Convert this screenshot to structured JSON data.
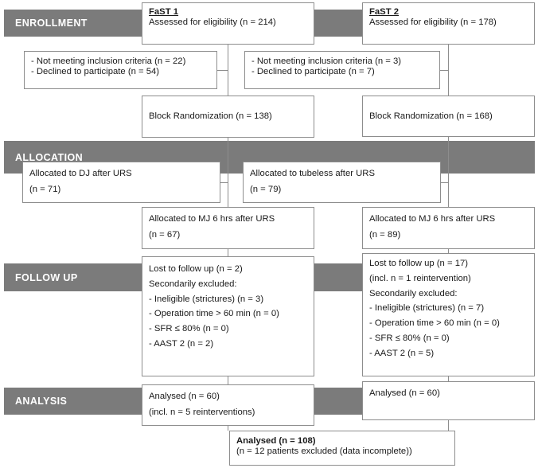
{
  "diagram": {
    "title": "CONSORT flow diagram FaST 1 and FaST 2",
    "colors": {
      "band_background": "#7b7b7b",
      "band_text": "#ffffff",
      "box_border": "#8d8d8d",
      "box_background": "#ffffff",
      "text": "#1a1a1a"
    }
  },
  "bands": [
    {
      "label": "ENROLLMENT"
    },
    {
      "label": "ALLOCATION"
    },
    {
      "label": "FOLLOW UP"
    },
    {
      "label": "ANALYSIS"
    }
  ],
  "enrollment": {
    "left": {
      "heading": "FaST 1",
      "line": "Assessed for eligibility (n = 214)"
    },
    "right": {
      "heading": "FaST 2",
      "line": "Assessed for eligibility (n =  178)"
    },
    "exclusions_left": [
      "- Not meeting inclusion criteria (n = 22)",
      "- Declined to participate (n = 54)"
    ],
    "exclusions_right": [
      "- Not meeting inclusion criteria (n = 3)",
      "- Declined to participate (n = 7)"
    ],
    "randomization_left": "Block Randomization (n = 138)",
    "randomization_right": "Block Randomization (n = 168)"
  },
  "allocation": {
    "left": {
      "line1": "Allocated to DJ after URS",
      "line2": "(n = 71)"
    },
    "right": {
      "line1": "Allocated to tubeless after URS",
      "line2": "(n = 79)"
    },
    "left_mj": {
      "line1": "Allocated to MJ 6 hrs after URS",
      "line2": "(n = 67)"
    },
    "right_mj": {
      "line1": "Allocated to MJ 6 hrs after URS",
      "line2": "(n = 89)"
    }
  },
  "follow_up": {
    "left": [
      "Lost to follow up (n = 2)",
      "Secondarily excluded:",
      "-  Ineligible (strictures) (n = 3)",
      "- Operation time > 60 min (n =  0)",
      "- SFR ≤ 80% (n = 0)",
      "- AAST 2 (n = 2)"
    ],
    "right": [
      "Lost to follow up (n = 17)",
      " (incl. n = 1 reintervention)",
      "Secondarily excluded:",
      "- Ineligible (strictures) (n = 7)",
      "- Operation time > 60 min (n = 0)",
      "- SFR ≤ 80% (n = 0)",
      "- AAST 2 (n = 5)"
    ]
  },
  "analysis": {
    "left": {
      "line1": "Analysed (n = 60)",
      "line2": "(incl. n = 5 reinterventions)"
    },
    "right": {
      "line1": "Analysed (n = 60)"
    },
    "total": {
      "line1": "Analysed (n = 108)",
      "line2": "(n = 12 patients excluded  (data incomplete))"
    }
  }
}
